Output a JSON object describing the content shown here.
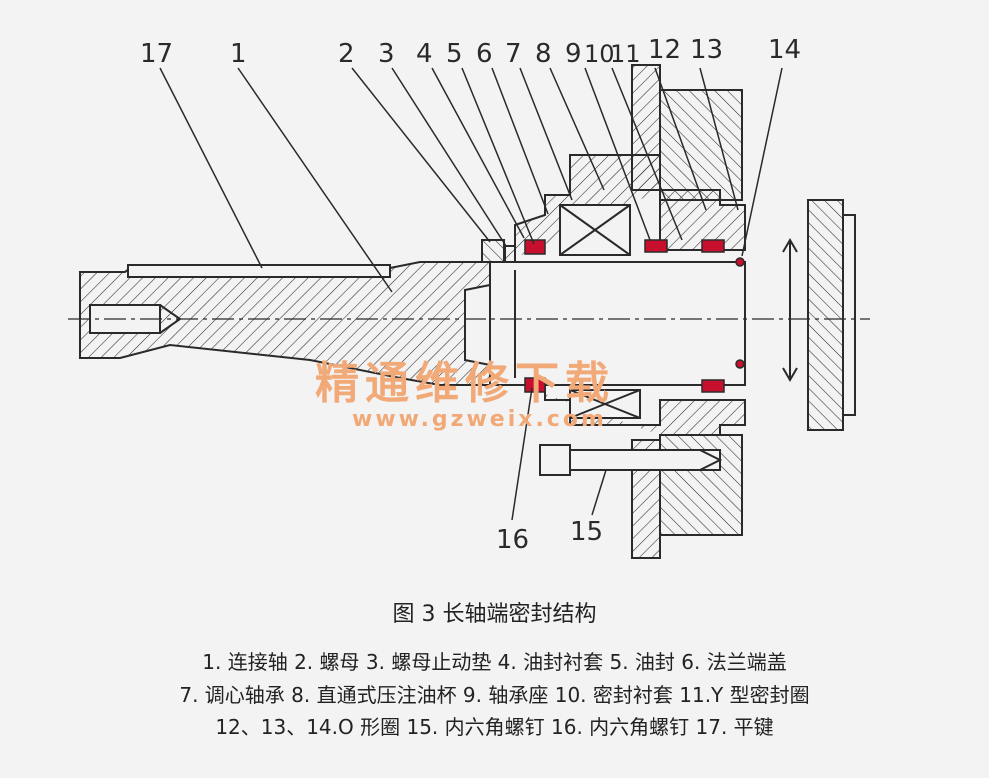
{
  "callouts": [
    "17",
    "1",
    "2",
    "3",
    "4",
    "5",
    "6",
    "7",
    "8",
    "9",
    "10",
    "11",
    "12",
    "13",
    "14",
    "15",
    "16"
  ],
  "watermark": {
    "cn": "精通维修下载",
    "url": "www.gzweix.com"
  },
  "figure_title": "图 3   长轴端密封结构",
  "legend": [
    "1. 连接轴   2. 螺母   3. 螺母止动垫   4. 油封衬套   5. 油封   6. 法兰端盖",
    "7. 调心轴承   8. 直通式压注油杯   9. 轴承座   10. 密封衬套   11.Y 型密封圈",
    "12、13、14.O 形圈   15. 内六角螺钉   16. 内六角螺钉   17. 平键"
  ],
  "colors": {
    "line": "#2a2a2a",
    "seal": "#c8102e",
    "watermark": "#f2a978",
    "background": "#f3f3f3"
  }
}
